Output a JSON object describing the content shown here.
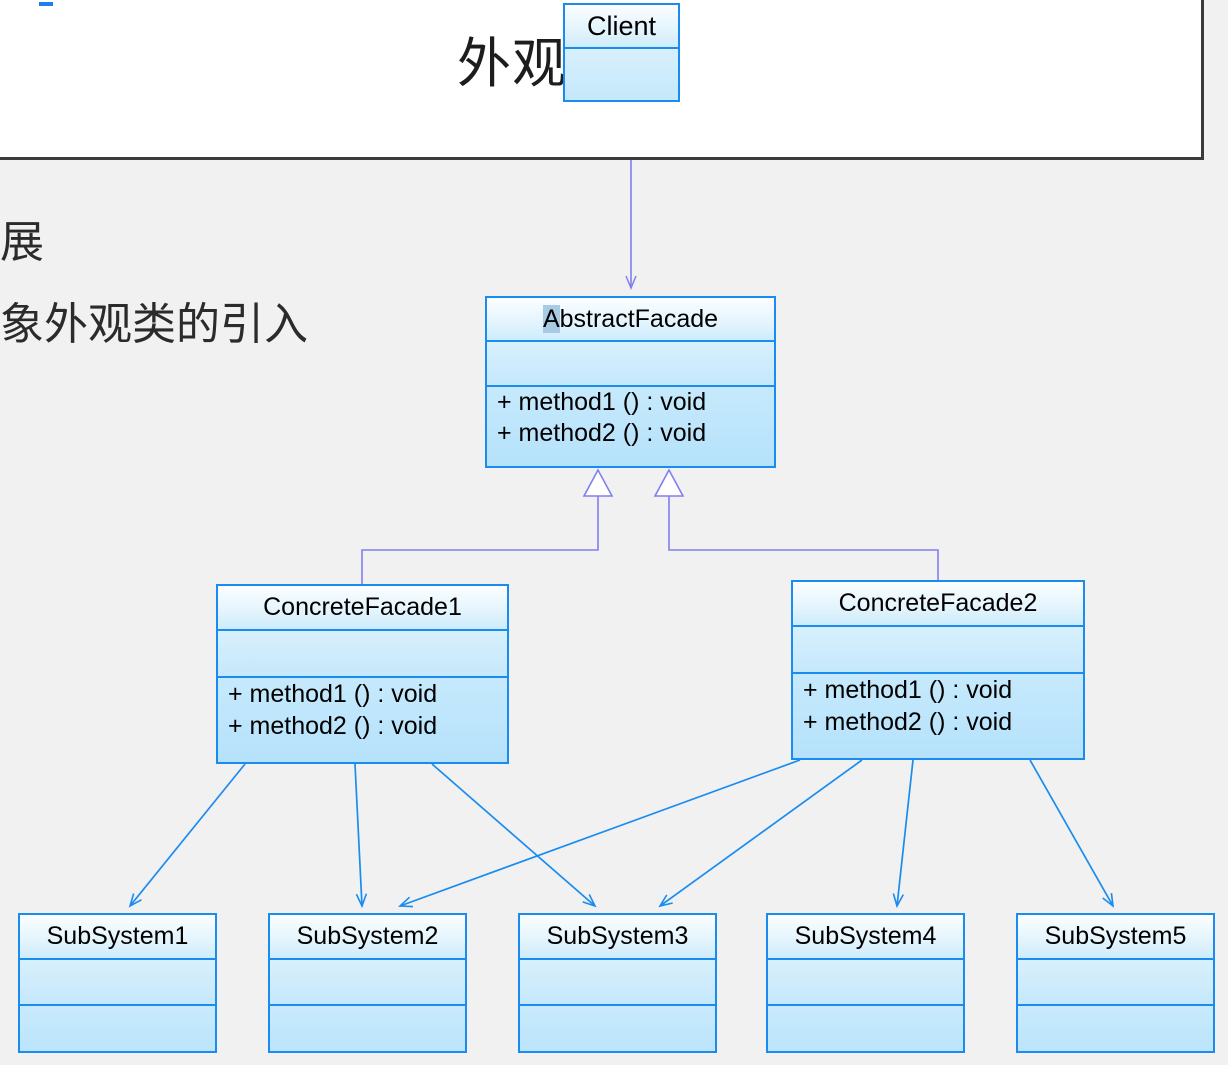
{
  "slide": {
    "title": "外观模式",
    "accent_color": "#1a7ff0",
    "border_color": "#3b3b3d",
    "background": "#ffffff"
  },
  "body_text": {
    "line1": "扩展",
    "line2": "抽象外观类的引入"
  },
  "canvas": {
    "background": "#f1f1f1",
    "class_border_color": "#1a8cf0",
    "class_fill_color": "#bfe6fb",
    "association_color": "#1a8cf0",
    "generalization_color": "#8080ee",
    "selection_highlight_color": "#a8cbe4"
  },
  "diagram": {
    "type": "uml-class-diagram",
    "pattern": "Facade",
    "classes": [
      {
        "id": "client",
        "name": "Client",
        "attributes": [],
        "operations": [],
        "compartments": 2,
        "selected": false
      },
      {
        "id": "abstractfacade",
        "name": "AbstractFacade",
        "name_selected_prefix": "A",
        "name_rest": "bstractFacade",
        "attributes": [],
        "operations": [
          "+  method1 ()  : void",
          "+  method2 ()  : void"
        ],
        "compartments": 3,
        "selected": true
      },
      {
        "id": "concretefacade1",
        "name": "ConcreteFacade1",
        "attributes": [],
        "operations": [
          "+  method1 ()  : void",
          "+  method2 ()  : void"
        ],
        "compartments": 3,
        "selected": false
      },
      {
        "id": "concretefacade2",
        "name": "ConcreteFacade2",
        "attributes": [],
        "operations": [
          "+  method1 ()  : void",
          "+  method2 ()  : void"
        ],
        "compartments": 3,
        "selected": false
      },
      {
        "id": "subsystem1",
        "name": "SubSystem1",
        "attributes": [],
        "operations": [],
        "compartments": 3,
        "selected": false
      },
      {
        "id": "subsystem2",
        "name": "SubSystem2",
        "attributes": [],
        "operations": [],
        "compartments": 3,
        "selected": false
      },
      {
        "id": "subsystem3",
        "name": "SubSystem3",
        "attributes": [],
        "operations": [],
        "compartments": 3,
        "selected": false
      },
      {
        "id": "subsystem4",
        "name": "SubSystem4",
        "attributes": [],
        "operations": [],
        "compartments": 3,
        "selected": false
      },
      {
        "id": "subsystem5",
        "name": "SubSystem5",
        "attributes": [],
        "operations": [],
        "compartments": 3,
        "selected": false
      }
    ],
    "relationships": [
      {
        "from": "client",
        "to": "abstractfacade",
        "type": "dependency"
      },
      {
        "from": "concretefacade1",
        "to": "abstractfacade",
        "type": "generalization"
      },
      {
        "from": "concretefacade2",
        "to": "abstractfacade",
        "type": "generalization"
      },
      {
        "from": "concretefacade1",
        "to": "subsystem1",
        "type": "association"
      },
      {
        "from": "concretefacade1",
        "to": "subsystem2",
        "type": "association"
      },
      {
        "from": "concretefacade1",
        "to": "subsystem3",
        "type": "association"
      },
      {
        "from": "concretefacade2",
        "to": "subsystem2",
        "type": "association"
      },
      {
        "from": "concretefacade2",
        "to": "subsystem3",
        "type": "association"
      },
      {
        "from": "concretefacade2",
        "to": "subsystem4",
        "type": "association"
      },
      {
        "from": "concretefacade2",
        "to": "subsystem5",
        "type": "association"
      }
    ]
  }
}
